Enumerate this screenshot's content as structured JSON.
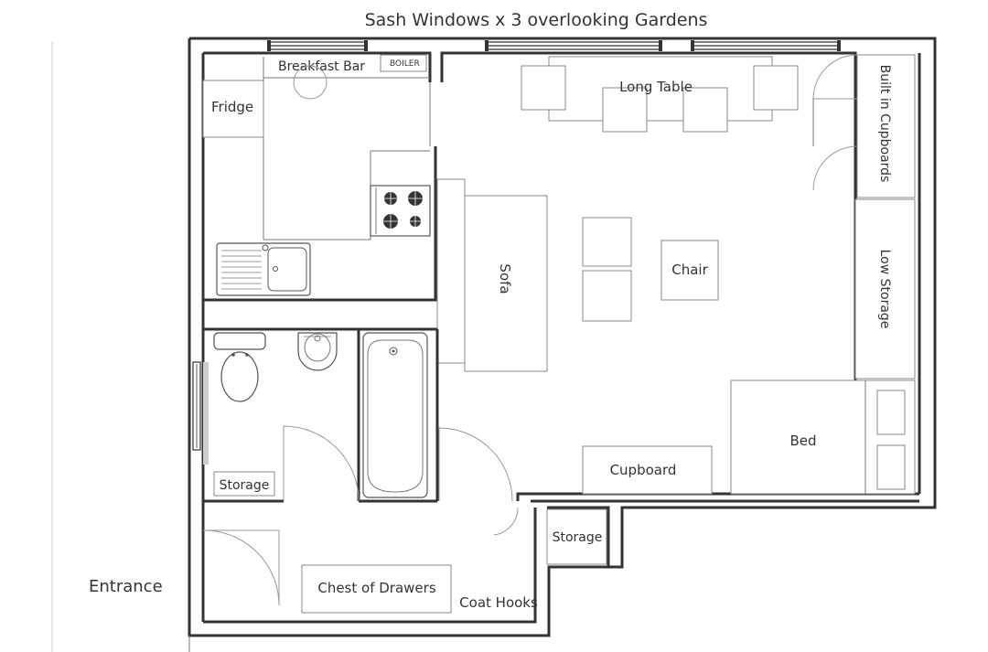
{
  "title": "Sash Windows x 3 overlooking Gardens",
  "labels": {
    "entrance": "Entrance",
    "breakfast_bar": "Breakfast Bar",
    "boiler": "BOILER",
    "fridge": "Fridge",
    "long_table": "Long Table",
    "built_in_cupboards": "Built in Cupboards",
    "sofa": "Sofa",
    "chair": "Chair",
    "low_storage": "Low Storage",
    "bed": "Bed",
    "cupboard": "Cupboard",
    "storage_bathroom": "Storage",
    "storage_hall": "Storage",
    "chest_of_drawers": "Chest of Drawers",
    "coat_hooks": "Coat Hooks"
  }
}
